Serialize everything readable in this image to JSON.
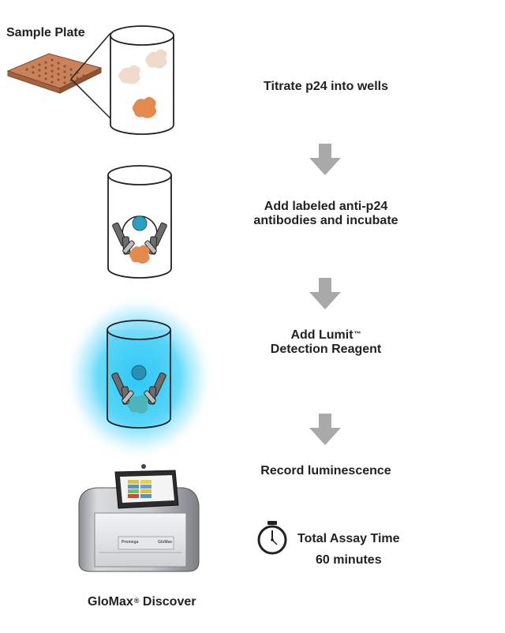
{
  "labels": {
    "sample_plate": "Sample Plate",
    "instrument_name": "GloMax",
    "instrument_mark": "®",
    "instrument_suffix": " Discover",
    "screen_brand": "GloMax",
    "front_brand": "Promega"
  },
  "steps": [
    {
      "line1": "Titrate p24 into wells",
      "line2": ""
    },
    {
      "line1": "Add labeled anti-p24",
      "line2": "antibodies and incubate"
    },
    {
      "line1": "Add Lumit",
      "line1_mark": "™",
      "line2": "Detection Reagent"
    },
    {
      "line1": "Record luminescence",
      "line2": ""
    }
  ],
  "timer": {
    "title": "Total Assay Time",
    "duration": "60 minutes"
  },
  "colors": {
    "arrow": "#a9a9a9",
    "protein": "#e58a4e",
    "protein_faded": "#f1d9cc",
    "antibody": "#6d6d6d",
    "tracer": "#2a9fc2",
    "glow": "#1ec6f5",
    "plate": "#c9825a"
  }
}
